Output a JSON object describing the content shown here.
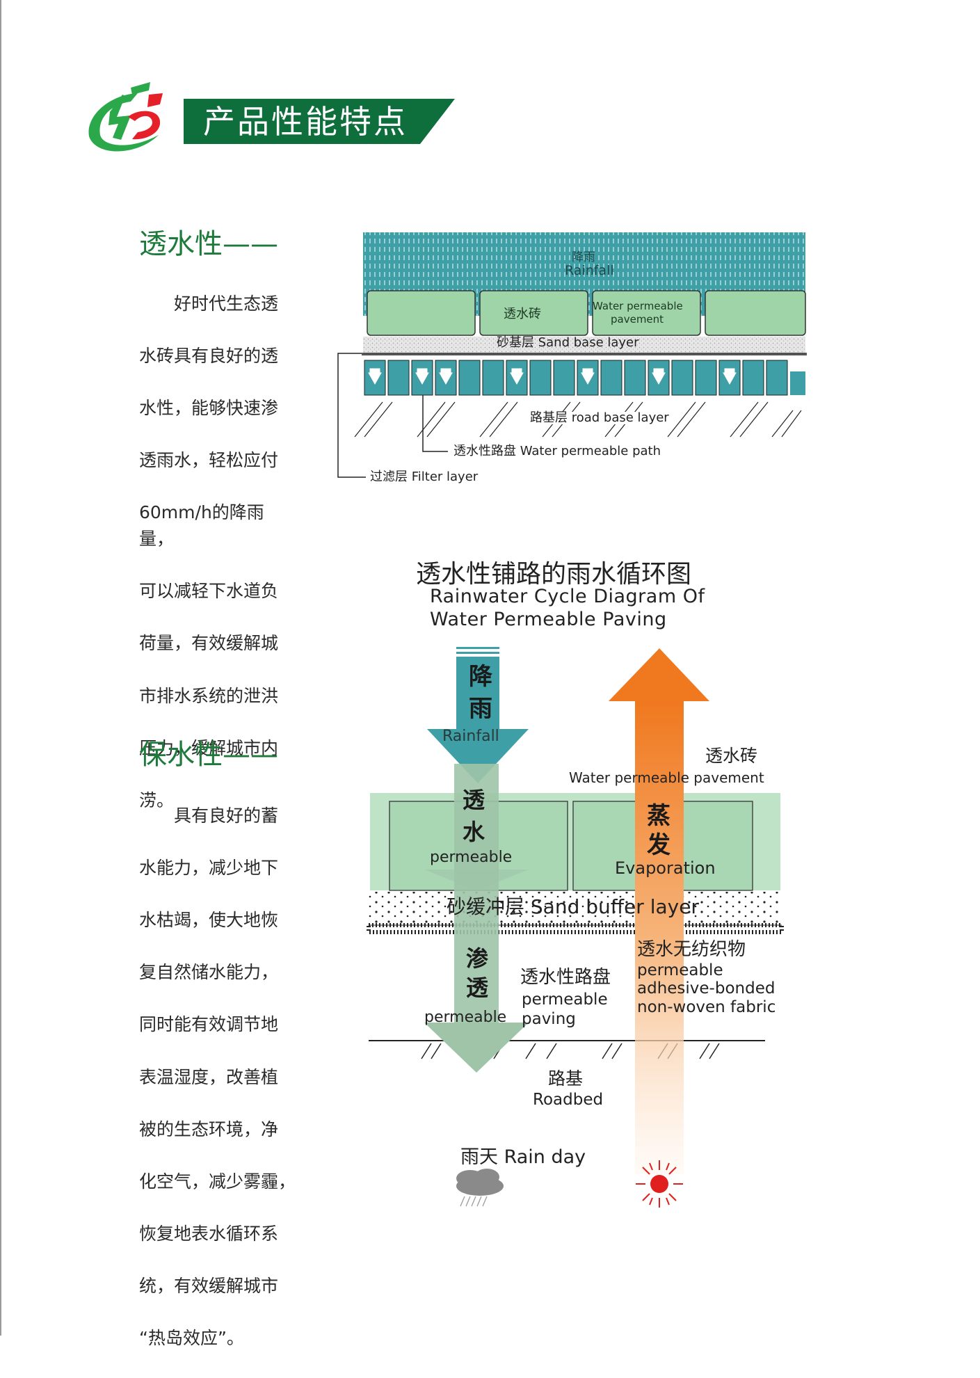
{
  "header": {
    "title": "产品性能特点"
  },
  "section_permeability": {
    "title": "透水性——",
    "body": "　　好时代生态透水砖具有良好的透水性，能够快速渗透雨水，轻松应付60mm/h的降雨量，可以减轻下水道负荷量，有效缓解城市排水系统的泄洪压力，缓解城市内涝。",
    "lines": [
      "　　好时代生态透",
      "水砖具有良好的透",
      "水性，能够快速渗",
      "透雨水，轻松应付",
      "60mm/h的降雨量，",
      "可以减轻下水道负",
      "荷量，有效缓解城",
      "市排水系统的泄洪",
      "压力，缓解城市内",
      "涝。"
    ]
  },
  "section_retention": {
    "title": "保水性——",
    "lines": [
      "　　具有良好的蓄",
      "水能力，减少地下",
      "水枯竭，使大地恢",
      "复自然储水能力，",
      "同时能有效调节地",
      "表温湿度，改善植",
      "被的生态环境，净",
      "化空气，减少雾霾，",
      "恢复地表水循环系",
      "统，有效缓解城市",
      "“热岛效应”。"
    ]
  },
  "diagram1": {
    "rainfall_cn": "降雨",
    "rainfall_en": "Rainfall",
    "brick_cn": "透水砖",
    "brick_en_1": "Water permeable",
    "brick_en_2": "pavement",
    "sand_layer": "砂基层 Sand base layer",
    "road_base": "路基层  road base layer",
    "path_label": "透水性路盘  Water permeable path",
    "filter_label": "过滤层  Filter layer"
  },
  "diagram2": {
    "title_cn": "透水性铺路的雨水循环图",
    "title_en_1": "Rainwater Cycle Diagram Of",
    "title_en_2": "Water Permeable Paving",
    "rain_cn_1": "降",
    "rain_cn_2": "雨",
    "rain_en": "Rainfall",
    "perm_cn_1": "透",
    "perm_cn_2": "水",
    "perm_en": "permeable",
    "brick_cn": "透水砖",
    "brick_en": "Water permeable pavement",
    "evap_cn_1": "蒸",
    "evap_cn_2": "发",
    "evap_en": "Evaporation",
    "sand_buffer": "砂缓冲层 Sand buffer layer",
    "seep_cn_1": "渗",
    "seep_cn_2": "透",
    "seep_en": "permeable",
    "path_cn": "透水性路盘",
    "path_en_1": "permeable",
    "path_en_2": "paving",
    "fabric_cn": "透水无纺织物",
    "fabric_en_1": "permeable",
    "fabric_en_2": "adhesive-bonded",
    "fabric_en_3": "non-woven fabric",
    "roadbed_cn": "路基",
    "roadbed_en": "Roadbed",
    "rainday": "雨天 Rain day"
  },
  "colors": {
    "brand_green": "#0e6e3c",
    "teal": "#3e9fa6",
    "light_green": "#9ed2a6",
    "orange": "#f07f2a",
    "red": "#e01f1f"
  }
}
